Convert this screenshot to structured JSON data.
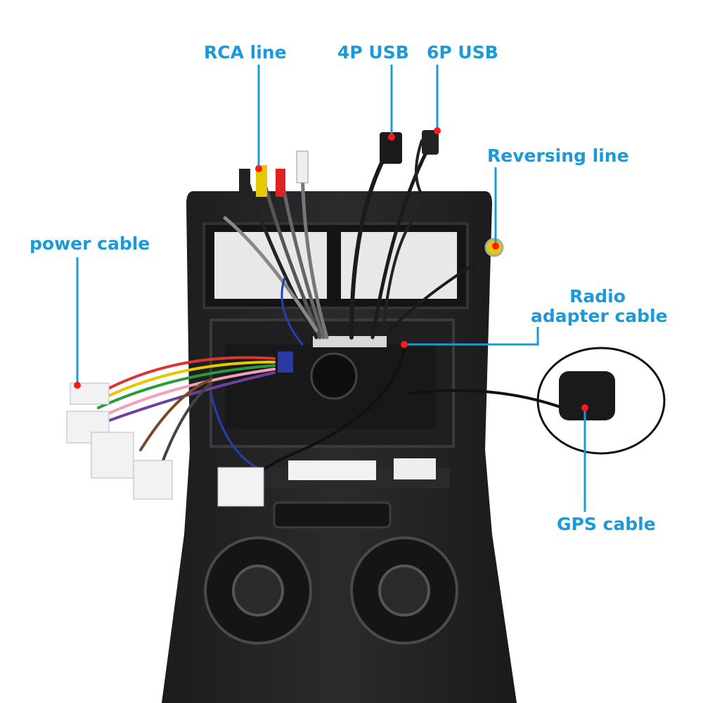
{
  "accent_color": "#1a9ad9",
  "marker_color": "#ff1a1a",
  "labels": {
    "rca_line": "RCA line",
    "usb_4p": "4P USB",
    "usb_6p": "6P USB",
    "reversing_line": "Reversing line",
    "radio_adapter_line1": "Radio",
    "radio_adapter_line2": "adapter cable",
    "power_cable": "power cable",
    "gps_cable": "GPS cable"
  }
}
